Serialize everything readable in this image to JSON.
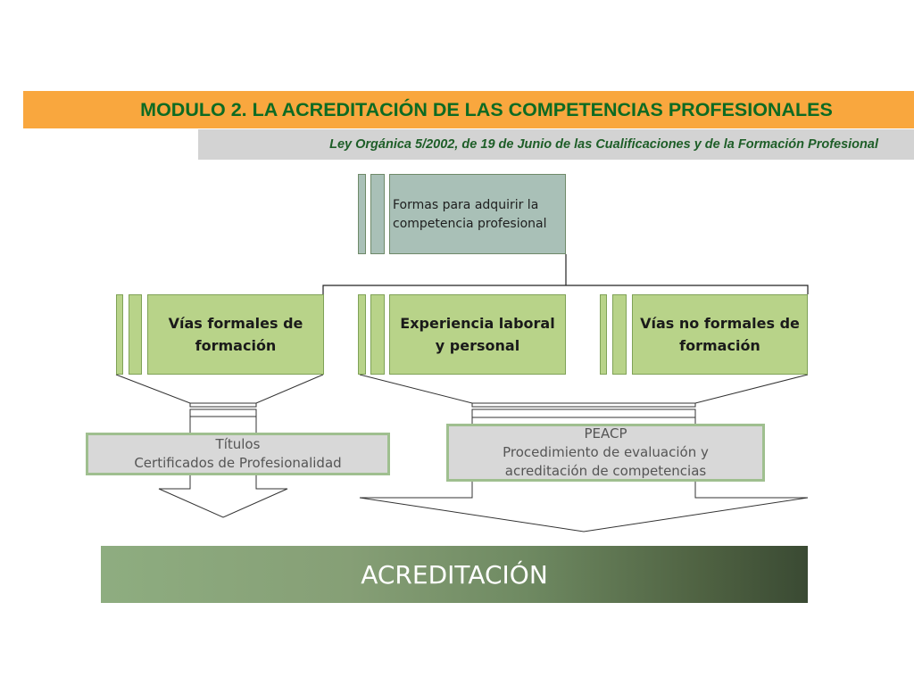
{
  "header": {
    "title": "MODULO 2. LA ACREDITACIÓN DE LAS COMPETENCIAS PROFESIONALES",
    "subtitle": "Ley Orgánica 5/2002, de 19 de Junio de las Cualificaciones y de la Formación Profesional"
  },
  "diagram": {
    "root": {
      "line1": "Formas para adquirir  la",
      "line2": "competencia profesional"
    },
    "branches": [
      {
        "line1": "Vías formales de",
        "line2": "formación"
      },
      {
        "line1": "Experiencia laboral",
        "line2": "y personal"
      },
      {
        "line1": "Vías no formales de",
        "line2": "formación"
      }
    ],
    "outputs": [
      {
        "line1": "Títulos",
        "line2": "Certificados de Profesionalidad"
      },
      {
        "line1": "PEACP",
        "line2": "Procedimiento de evaluación y",
        "line3": "acreditación de  competencias"
      }
    ],
    "result": "ACREDITACIÓN"
  },
  "colors": {
    "title_bar": "#f9a73e",
    "title_text": "#0d6b23",
    "subtitle_bar": "#d3d3d3",
    "root_box": "#a9c0b7",
    "branch_box": "#b8d389",
    "output_card": "#d8d8d8",
    "result_bar_start": "#8ead80",
    "result_bar_end": "#3a4a33"
  }
}
